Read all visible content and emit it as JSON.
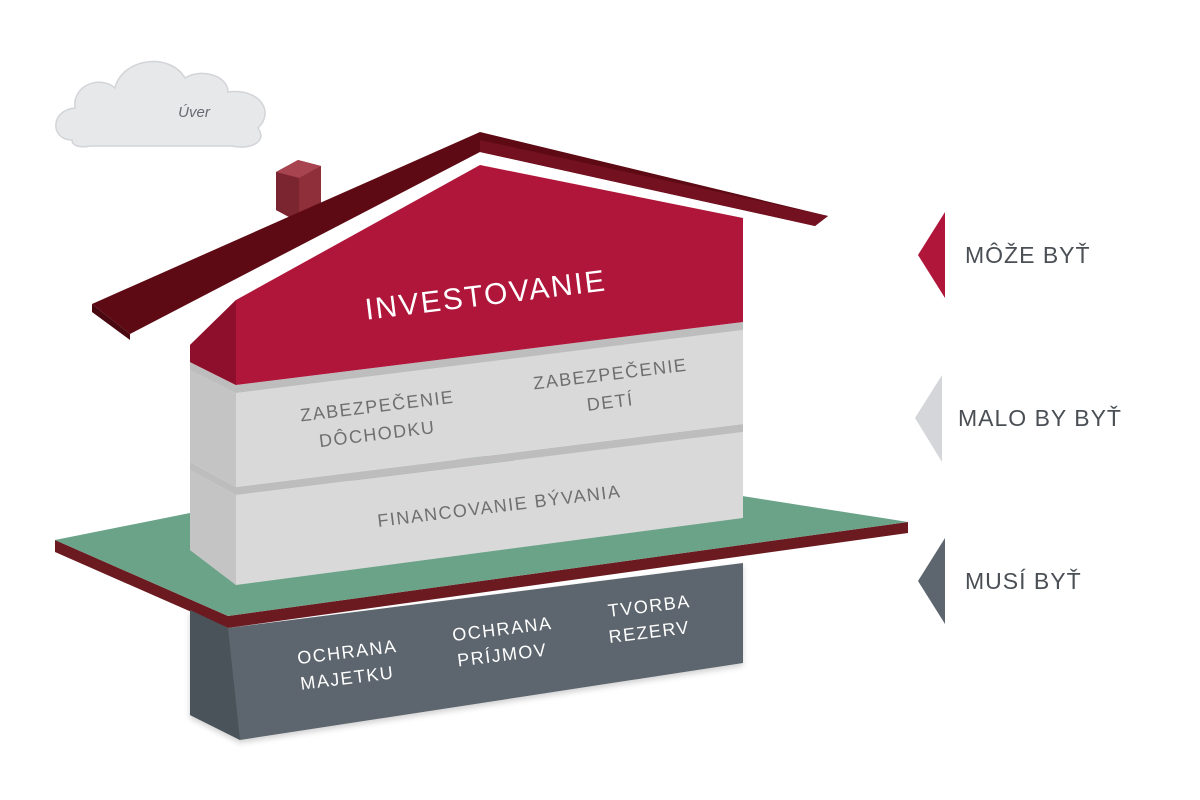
{
  "cloud": {
    "label": "Úver"
  },
  "house": {
    "roof_section": {
      "label": "INVESTOVANIE"
    },
    "middle_section": {
      "left_label": [
        "ZABEZPEČENIE",
        "DÔCHODKU"
      ],
      "right_label": [
        "ZABEZPEČENIE",
        "DETÍ"
      ]
    },
    "lower_section": {
      "label": "FINANCOVANIE BÝVANIA"
    },
    "foundation": {
      "items": [
        [
          "OCHRANA",
          "MAJETKU"
        ],
        [
          "OCHRANA",
          "PRÍJMOV"
        ],
        [
          "TVORBA",
          "REZERV"
        ]
      ]
    }
  },
  "legend": {
    "items": [
      {
        "label": "MÔŽE BYŤ",
        "color": "#b0153a"
      },
      {
        "label": "MALO BY BYŤ",
        "color": "#d4d6d9"
      },
      {
        "label": "MUSÍ BYŤ",
        "color": "#5d666e"
      }
    ]
  },
  "colors": {
    "roof": "#5e0a14",
    "investment_wall": "#b0153a",
    "middle_wall": "#d9d9d9",
    "ground": "#6aa388",
    "ground_edge": "#6b1a20",
    "foundation": "#5d666e"
  }
}
